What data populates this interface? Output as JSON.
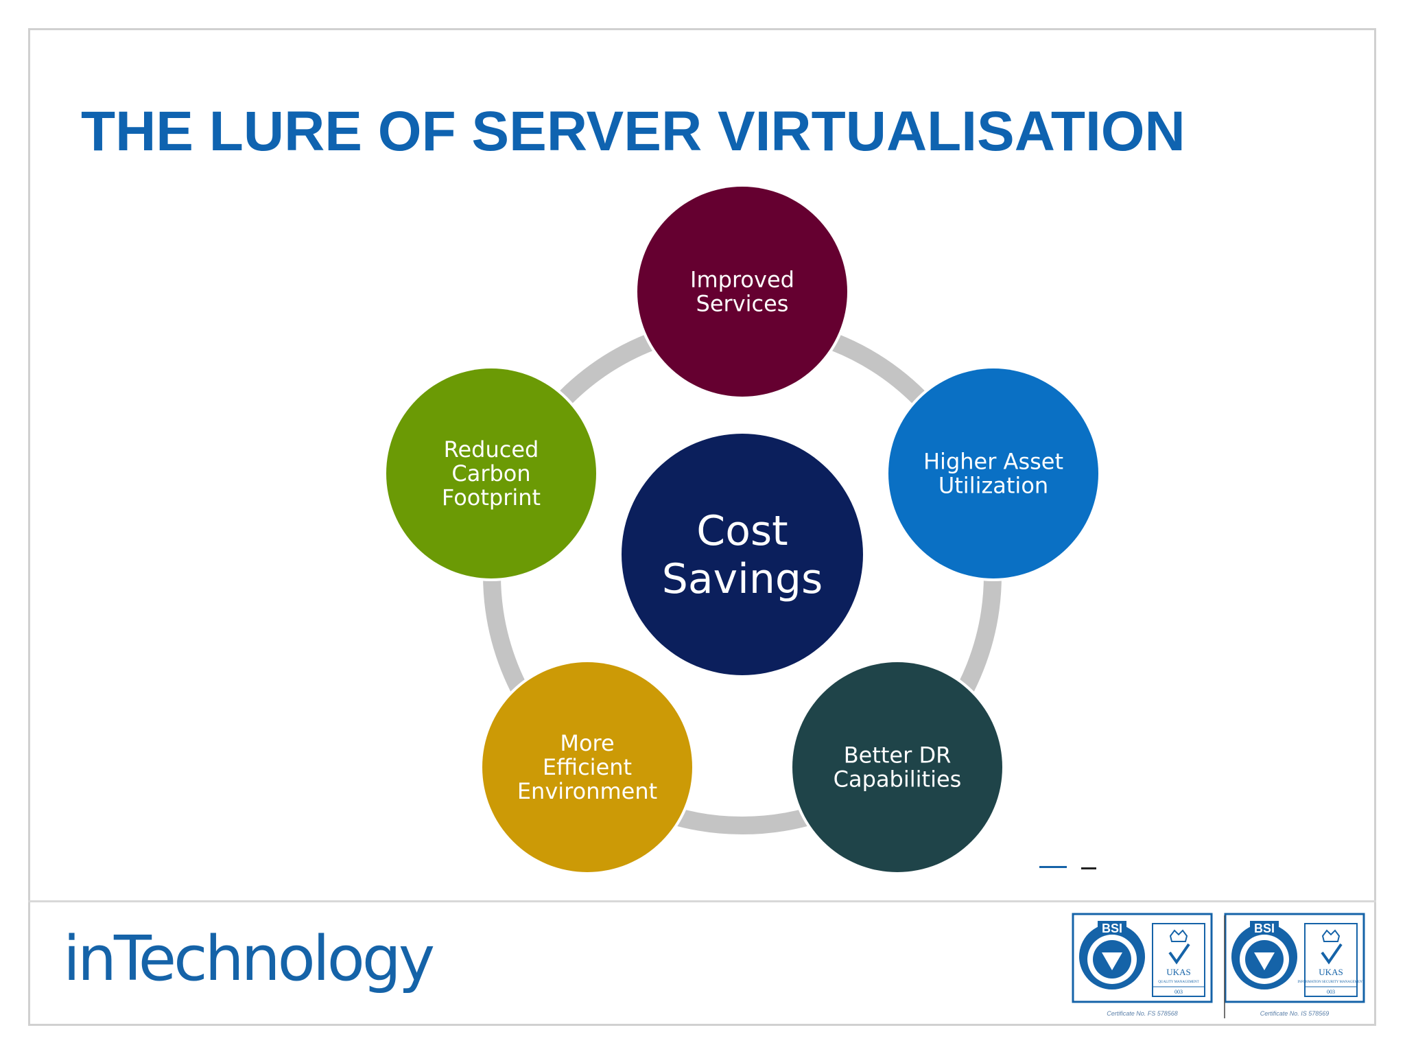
{
  "slide": {
    "title": "THE LURE OF SERVER VIRTUALISATION"
  },
  "diagram": {
    "center": {
      "lines": [
        "Cost",
        "Savings"
      ],
      "color": "#0b1f5c"
    },
    "nodes": [
      {
        "id": "improved-services",
        "lines": [
          "Improved",
          "Services"
        ],
        "color": "#650030"
      },
      {
        "id": "higher-asset-utilization",
        "lines": [
          "Higher Asset",
          "Utilization"
        ],
        "color": "#0a70c4"
      },
      {
        "id": "better-dr-capabilities",
        "lines": [
          "Better DR",
          "Capabilities"
        ],
        "color": "#1f4449"
      },
      {
        "id": "more-efficient-environment",
        "lines": [
          "More",
          "Efficient",
          "Environment"
        ],
        "color": "#cc9a06"
      },
      {
        "id": "reduced-carbon-footprint",
        "lines": [
          "Reduced",
          "Carbon",
          "Footprint"
        ],
        "color": "#6b9a05"
      }
    ],
    "ring_color": "#c4c4c4"
  },
  "footer": {
    "logo_text": "inTechnology",
    "logo_color": "#1563a8",
    "certificates": [
      {
        "bsi": "BSI",
        "ukas": "UKAS",
        "ukas_sub": "QUALITY MANAGEMENT",
        "ukas_no": "003",
        "note": "Certificate No. FS 578568"
      },
      {
        "bsi": "BSI",
        "ukas": "UKAS",
        "ukas_sub": "INFORMATION SECURITY MANAGEMENT",
        "ukas_no": "003",
        "note": "Certificate No. IS 578569"
      }
    ]
  }
}
